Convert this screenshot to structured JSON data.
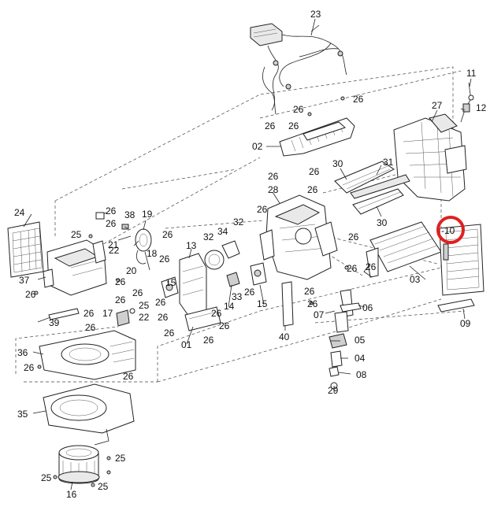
{
  "diagram": {
    "highlight_color": "#e02020",
    "highlighted_callout": "-10",
    "callouts": {
      "c01": "01",
      "c02": "02",
      "c03": "03",
      "c04": "04",
      "c05": "05",
      "c06": "06",
      "c07": "07",
      "c08": "08",
      "c09": "09",
      "c10": "-10",
      "c11": "11",
      "c12": "12",
      "c13": "13",
      "c14": "14",
      "c15a": "15",
      "c15b": "15",
      "c16": "16",
      "c17": "17",
      "c18": "18",
      "c19": "19",
      "c20": "20",
      "c21": "21",
      "c22a": "22",
      "c22b": "22",
      "c23": "23",
      "c24": "24",
      "c25a": "25",
      "c25b": "25",
      "c25c": "25",
      "c25d": "25",
      "c25e": "25",
      "c26": "26",
      "c27": "27",
      "c28": "28",
      "c29": "29",
      "c30a": "30",
      "c30b": "30",
      "c31": "31",
      "c32a": "32",
      "c32b": "32",
      "c33": "33",
      "c34": "34",
      "c35": "35",
      "c36": "36",
      "c37": "37",
      "c38": "38",
      "c39": "39",
      "c40": "40"
    }
  }
}
